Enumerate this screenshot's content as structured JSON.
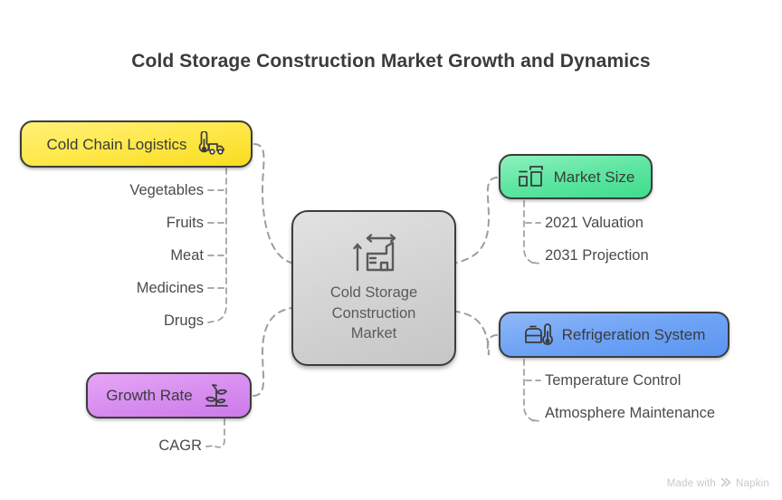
{
  "title": "Cold Storage Construction Market Growth and Dynamics",
  "center": {
    "label_line1": "Cold Storage",
    "label_line2": "Construction",
    "label_line3": "Market",
    "icon": "warehouse-dimensions-icon",
    "color": "#d2d2d2"
  },
  "branches": [
    {
      "id": "cold-chain-logistics",
      "label": "Cold Chain Logistics",
      "icon": "thermometer-truck-icon",
      "color": "#ffe94f",
      "leaves": [
        "Vegetables",
        "Fruits",
        "Meat",
        "Medicines",
        "Drugs"
      ]
    },
    {
      "id": "market-size",
      "label": "Market Size",
      "icon": "size-comparison-icon",
      "color": "#5fe6a2",
      "leaves": [
        "2021 Valuation",
        "2031 Projection"
      ]
    },
    {
      "id": "refrigeration-system",
      "label": "Refrigeration System",
      "icon": "fridge-thermometer-icon",
      "color": "#6fa3f5",
      "leaves": [
        "Temperature Control",
        "Atmosphere Maintenance"
      ]
    },
    {
      "id": "growth-rate",
      "label": "Growth Rate",
      "icon": "sprout-growth-icon",
      "color": "#d98ff0",
      "leaves": [
        "CAGR"
      ]
    }
  ],
  "watermark": {
    "prefix": "Made with",
    "brand": "Napkin",
    "icon": "napkin-logo-icon"
  }
}
